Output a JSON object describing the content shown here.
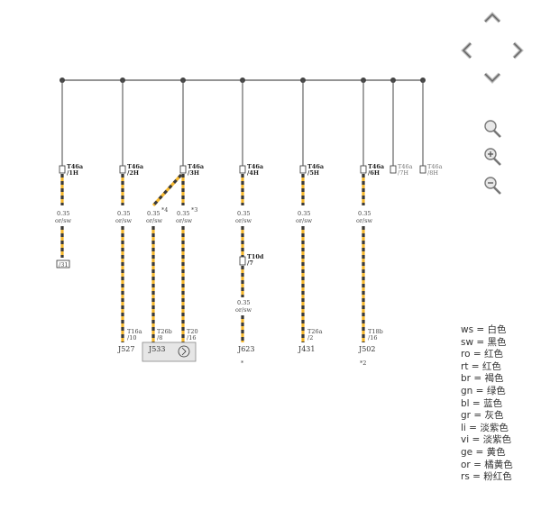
{
  "columns": [
    {
      "id": "c1",
      "connector": "T46a",
      "pin": "/1H",
      "size": "0.35",
      "color": "or/sw",
      "end_label": "/31",
      "component": "",
      "component_pin_top": "",
      "component_pin_bottom": "",
      "note": ""
    },
    {
      "id": "c2",
      "connector": "T46a",
      "pin": "/2H",
      "size": "0.35",
      "color": "or/sw",
      "end_label": "",
      "component": "J527",
      "component_pin_top": "T16a",
      "component_pin_bottom": "/10",
      "note": ""
    },
    {
      "id": "c3",
      "connector": "T46a",
      "pin": "/3H",
      "size": "0.35",
      "color": "or/sw",
      "end_label": "",
      "component": "J533",
      "component_pin_top": "T26b",
      "component_pin_bottom": "/8",
      "note": "*4"
    },
    {
      "id": "c3b",
      "connector": "",
      "pin": "",
      "size": "0.35",
      "color": "or/sw",
      "end_label": "",
      "component": "",
      "component_pin_top": "T20",
      "component_pin_bottom": "/16",
      "note": "*3"
    },
    {
      "id": "c4",
      "connector": "T46a",
      "pin": "/4H",
      "size": "0.35",
      "color": "or/sw",
      "end_label": "",
      "component": "J623",
      "component_pin_top": "T10d",
      "component_pin_bottom": "/7",
      "note": "*"
    },
    {
      "id": "c5",
      "connector": "T46a",
      "pin": "/5H",
      "size": "0.35",
      "color": "or/sw",
      "end_label": "",
      "component": "J431",
      "component_pin_top": "T26a",
      "component_pin_bottom": "/2",
      "note": ""
    },
    {
      "id": "c6",
      "connector": "T46a",
      "pin": "/6H",
      "size": "0.35",
      "color": "or/sw",
      "end_label": "",
      "component": "J502",
      "component_pin_top": "T18b",
      "component_pin_bottom": "/16",
      "note": "*2"
    },
    {
      "id": "c7",
      "connector": "T46a",
      "pin": "/7H"
    },
    {
      "id": "c8",
      "connector": "T46a",
      "pin": "/8H"
    }
  ],
  "c4_lower": {
    "size": "0.35",
    "color": "or/sw"
  },
  "legend": [
    {
      "code": "ws",
      "meaning": "白色"
    },
    {
      "code": "sw",
      "meaning": "黑色"
    },
    {
      "code": "ro",
      "meaning": "红色"
    },
    {
      "code": "rt",
      "meaning": "红色"
    },
    {
      "code": "br",
      "meaning": "褐色"
    },
    {
      "code": "gn",
      "meaning": "绿色"
    },
    {
      "code": "bl",
      "meaning": "蓝色"
    },
    {
      "code": "gr",
      "meaning": "灰色"
    },
    {
      "code": "li",
      "meaning": "淡紫色"
    },
    {
      "code": "vi",
      "meaning": "淡紫色"
    },
    {
      "code": "ge",
      "meaning": "黄色"
    },
    {
      "code": "or",
      "meaning": "橘黄色"
    },
    {
      "code": "rs",
      "meaning": "粉红色"
    }
  ],
  "colors": {
    "wire_primary": "#f5b82e",
    "wire_stripe": "#3a3a3a",
    "bus": "#555555"
  },
  "controls": [
    "pan-up-icon",
    "pan-left-icon",
    "pan-right-icon",
    "pan-down-icon",
    "zoom-fit-icon",
    "zoom-in-icon",
    "zoom-out-icon"
  ]
}
